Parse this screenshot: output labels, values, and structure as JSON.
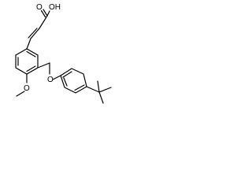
{
  "molecule": {
    "atoms": {
      "hydroxyl": "OH",
      "carbonyl_oxygen": "O",
      "ether_oxygen": "O",
      "methoxy_oxygen": "O"
    },
    "colors": {
      "bond": "#000000",
      "label": "#000000",
      "background": "#ffffff"
    }
  }
}
